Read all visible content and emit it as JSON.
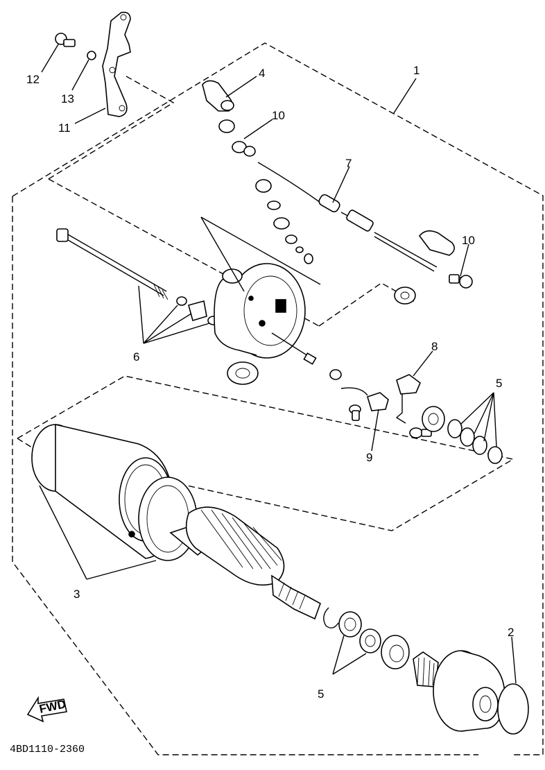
{
  "diagram": {
    "callouts": [
      {
        "id": "1",
        "text": "1"
      },
      {
        "id": "2",
        "text": "2"
      },
      {
        "id": "3",
        "text": "3"
      },
      {
        "id": "4",
        "text": "4"
      },
      {
        "id": "5a",
        "text": "5"
      },
      {
        "id": "5b",
        "text": "5"
      },
      {
        "id": "6",
        "text": "6"
      },
      {
        "id": "7",
        "text": "7"
      },
      {
        "id": "8",
        "text": "8"
      },
      {
        "id": "9",
        "text": "9"
      },
      {
        "id": "10a",
        "text": "10"
      },
      {
        "id": "10b",
        "text": "10"
      },
      {
        "id": "11",
        "text": "11"
      },
      {
        "id": "12",
        "text": "12"
      },
      {
        "id": "13",
        "text": "13"
      }
    ],
    "fwd_label": "FWD",
    "drawing_code": "4BD1110-2360"
  }
}
